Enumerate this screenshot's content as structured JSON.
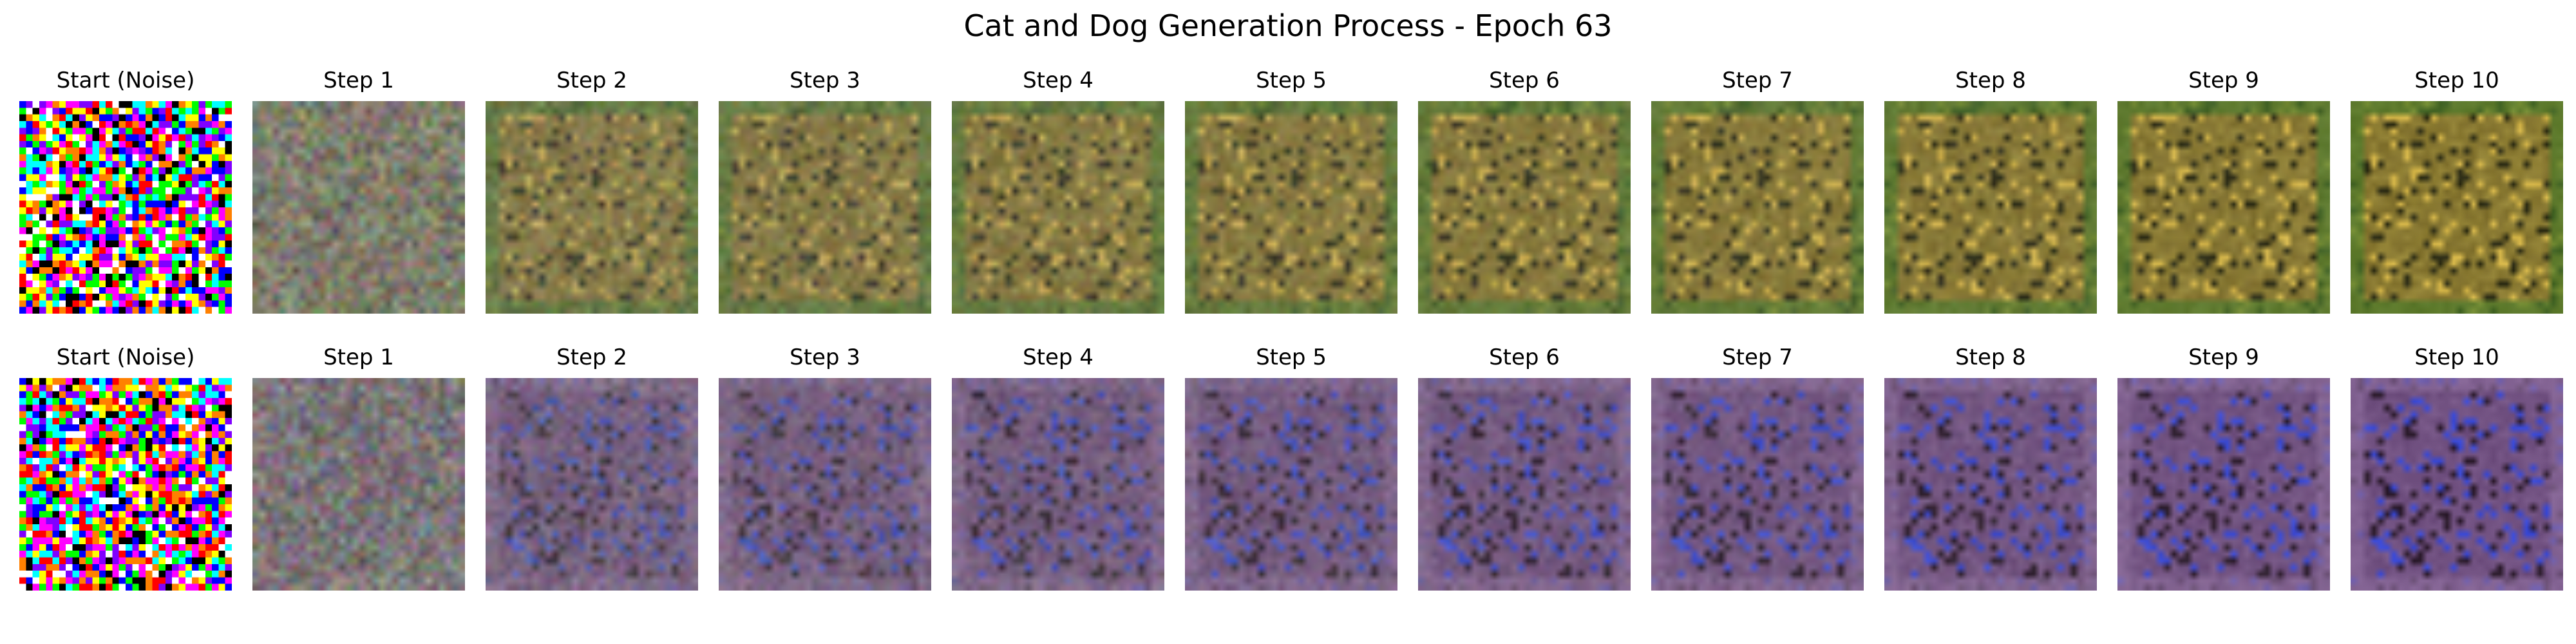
{
  "title": "Cat and Dog Generation Process - Epoch 63",
  "rows": [
    {
      "name": "cat-row",
      "theme": {
        "base": "#7a6a2a",
        "mid": "#9a8a3a",
        "border": "#4a7a2a",
        "accent": "#d8b84a",
        "dark": "#2a2a14"
      },
      "labels": [
        "Start (Noise)",
        "Step 1",
        "Step 2",
        "Step 3",
        "Step 4",
        "Step 5",
        "Step 6",
        "Step 7",
        "Step 8",
        "Step 9",
        "Step 10"
      ]
    },
    {
      "name": "dog-row",
      "theme": {
        "base": "#6a4a7a",
        "mid": "#7a5a8a",
        "border": "#8a6a9a",
        "accent": "#3a4ad8",
        "dark": "#2a1a2a"
      },
      "labels": [
        "Start (Noise)",
        "Step 1",
        "Step 2",
        "Step 3",
        "Step 4",
        "Step 5",
        "Step 6",
        "Step 7",
        "Step 8",
        "Step 9",
        "Step 10"
      ]
    }
  ]
}
